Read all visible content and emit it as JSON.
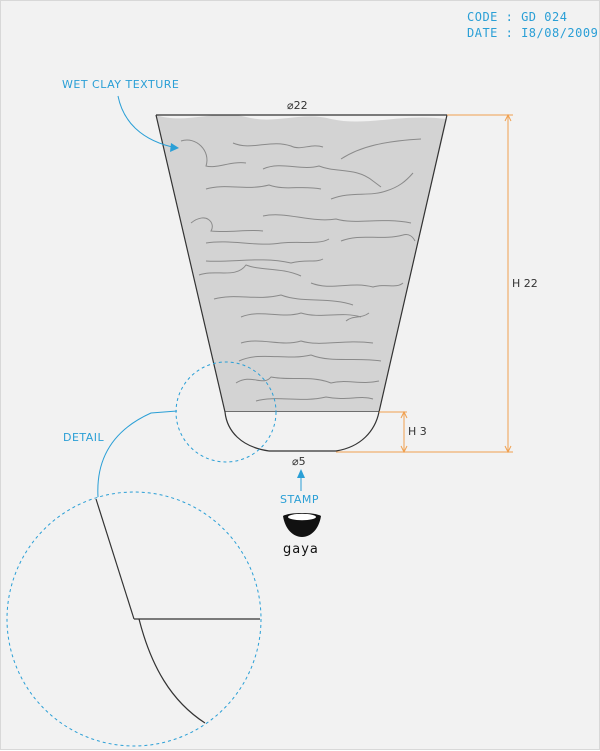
{
  "header": {
    "code_line": "CODE : GD 024",
    "date_line": "DATE : I8/08/2009"
  },
  "labels": {
    "texture": "WET CLAY TEXTURE",
    "detail": "DETAIL",
    "stamp": "STAMP"
  },
  "dimensions": {
    "top_diameter": "⌀22",
    "bottom_diameter": "⌀5",
    "height": "H 22",
    "foot_height": "H 3"
  },
  "logo": {
    "text": "gaya"
  },
  "colors": {
    "annotation": "#2a9fd6",
    "dimension_line": "#f0a050",
    "clay_fill": "#d3d3d3",
    "outline": "#333333"
  }
}
